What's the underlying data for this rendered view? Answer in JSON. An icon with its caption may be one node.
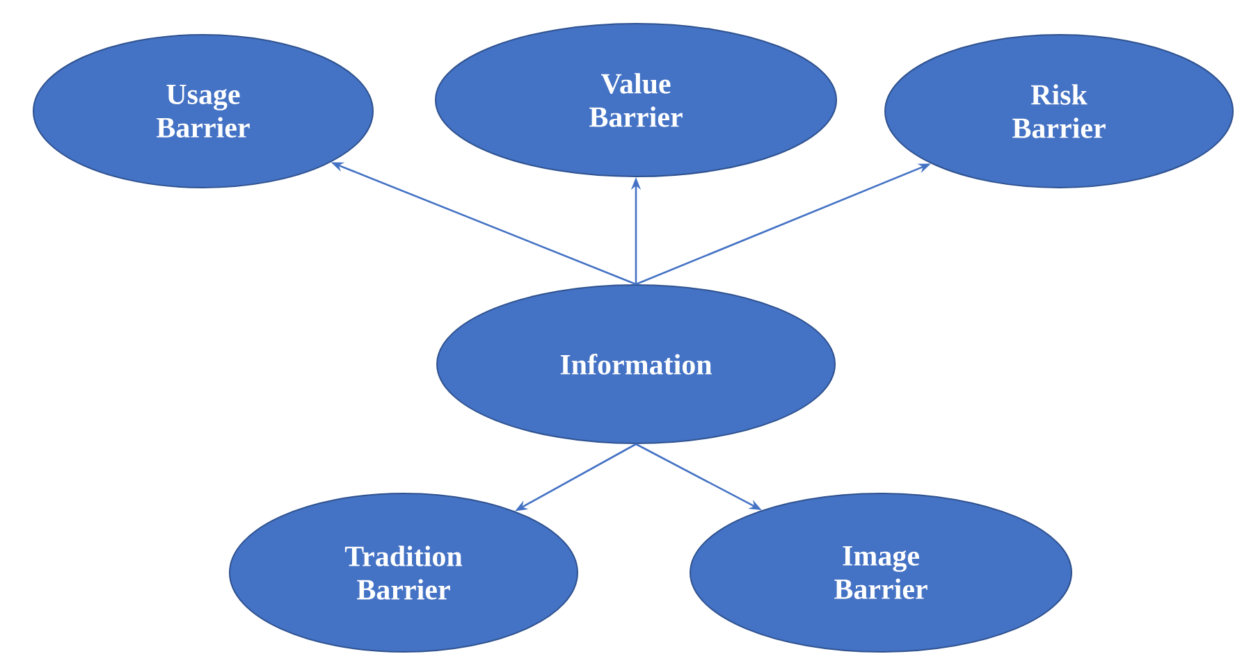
{
  "diagram": {
    "nodes": [
      {
        "text": [
          "Usage Barrier"
        ]
      },
      {
        "text": [
          "Value Barrier"
        ]
      },
      {
        "text": [
          "Risk Barrier"
        ]
      },
      {
        "text": [
          "Information"
        ]
      },
      {
        "text": [
          "Tradition Barrier"
        ]
      },
      {
        "text": [
          "Image Barrier"
        ]
      }
    ],
    "edges": [
      {
        "from": 3,
        "to": 0,
        "arrow": "to"
      },
      {
        "from": 3,
        "to": 1,
        "arrow": "to"
      },
      {
        "from": 3,
        "to": 2,
        "arrow": "to"
      },
      {
        "from": 3,
        "to": 4,
        "arrow": "to"
      },
      {
        "from": 3,
        "to": 5,
        "arrow": "to"
      }
    ]
  }
}
